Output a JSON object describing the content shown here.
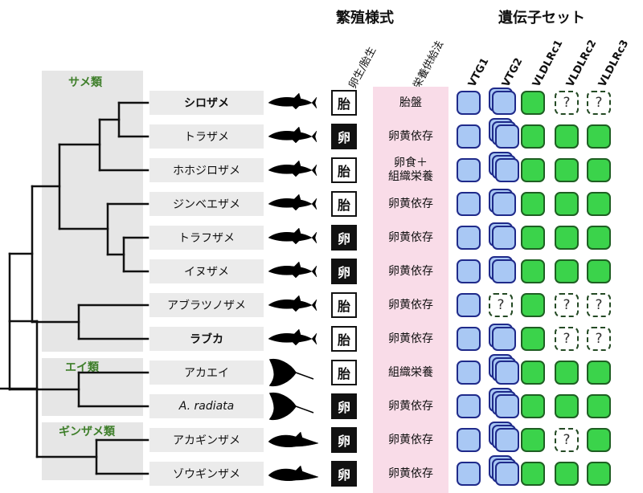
{
  "headers": {
    "reproduction": "繁殖様式",
    "gene_set": "遺伝子セット",
    "mode_col": "卵生/胎生",
    "nutrition_col": "栄養供給法"
  },
  "groups": {
    "sharks": "サメ類",
    "rays": "エイ類",
    "chimaeras": "ギンザメ類"
  },
  "genes": [
    "VTG1",
    "VTG2",
    "VLDLRc1",
    "VLDLRc2",
    "VLDLRc3"
  ],
  "legend_symbols": {
    "unknown": "?"
  },
  "species": [
    {
      "name": "シロザメ",
      "mode": "胎",
      "nutrition": [
        "胎盤"
      ],
      "vtg2_copies": 2,
      "vldlrc2_unknown": true,
      "vldlrc3_unknown": true,
      "vtg2_unknown": false
    },
    {
      "name": "トラザメ",
      "mode": "卵",
      "nutrition": [
        "卵黄依存"
      ],
      "vtg2_copies": 3,
      "vldlrc2_unknown": false,
      "vldlrc3_unknown": false,
      "vtg2_unknown": false
    },
    {
      "name": "ホホジロザメ",
      "mode": "胎",
      "nutrition": [
        "卵食＋",
        "組織栄養"
      ],
      "vtg2_copies": 3,
      "vldlrc2_unknown": false,
      "vldlrc3_unknown": false,
      "vtg2_unknown": false
    },
    {
      "name": "ジンベエザメ",
      "mode": "胎",
      "nutrition": [
        "卵黄依存"
      ],
      "vtg2_copies": 2,
      "vldlrc2_unknown": false,
      "vldlrc3_unknown": false,
      "vtg2_unknown": false
    },
    {
      "name": "トラフザメ",
      "mode": "卵",
      "nutrition": [
        "卵黄依存"
      ],
      "vtg2_copies": 2,
      "vldlrc2_unknown": false,
      "vldlrc3_unknown": false,
      "vtg2_unknown": false
    },
    {
      "name": "イヌザメ",
      "mode": "卵",
      "nutrition": [
        "卵黄依存"
      ],
      "vtg2_copies": 2,
      "vldlrc2_unknown": false,
      "vldlrc3_unknown": false,
      "vtg2_unknown": false
    },
    {
      "name": "アブラツノザメ",
      "mode": "胎",
      "nutrition": [
        "卵黄依存"
      ],
      "vtg2_copies": 1,
      "vldlrc2_unknown": true,
      "vldlrc3_unknown": true,
      "vtg2_unknown": true
    },
    {
      "name": "ラブカ",
      "mode": "胎",
      "nutrition": [
        "卵黄依存"
      ],
      "vtg2_copies": 2,
      "vldlrc2_unknown": true,
      "vldlrc3_unknown": true,
      "vtg2_unknown": false
    },
    {
      "name": "アカエイ",
      "mode": "胎",
      "nutrition": [
        "組織栄養"
      ],
      "vtg2_copies": 3,
      "vldlrc2_unknown": false,
      "vldlrc3_unknown": false,
      "vtg2_unknown": false
    },
    {
      "name": "A. radiata",
      "mode": "卵",
      "nutrition": [
        "卵黄依存"
      ],
      "vtg2_copies": 3,
      "vldlrc2_unknown": false,
      "vldlrc3_unknown": false,
      "vtg2_unknown": false
    },
    {
      "name": "アカギンザメ",
      "mode": "卵",
      "nutrition": [
        "卵黄依存"
      ],
      "vtg2_copies": 3,
      "vldlrc2_unknown": true,
      "vldlrc3_unknown": false,
      "vtg2_unknown": false
    },
    {
      "name": "ゾウギンザメ",
      "mode": "卵",
      "nutrition": [
        "卵黄依存"
      ],
      "vtg2_copies": 3,
      "vldlrc2_unknown": false,
      "vldlrc3_unknown": false,
      "vtg2_unknown": false
    }
  ],
  "colors": {
    "group_bg": "#e6e6e6",
    "group_label": "#3f7f2b",
    "nutrition_bg": "#f9dce8",
    "vtg_fill": "#a9c8f4",
    "vtg_border": "#1f2a8a",
    "vldlr_fill": "#3bd34b",
    "vldlr_border": "#1e5f22"
  }
}
